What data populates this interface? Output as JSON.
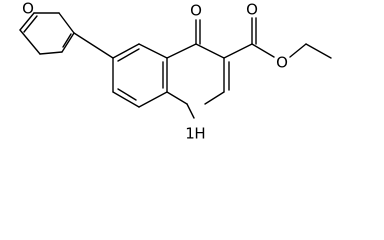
{
  "molecule": {
    "atoms": {
      "ring_oxygen": "O",
      "keto_oxygen": "O",
      "ester_oxygen": "O",
      "carbonyl_oxygen": "O",
      "ring_nitrogen": "H"
    },
    "nh_prefix": "1"
  }
}
